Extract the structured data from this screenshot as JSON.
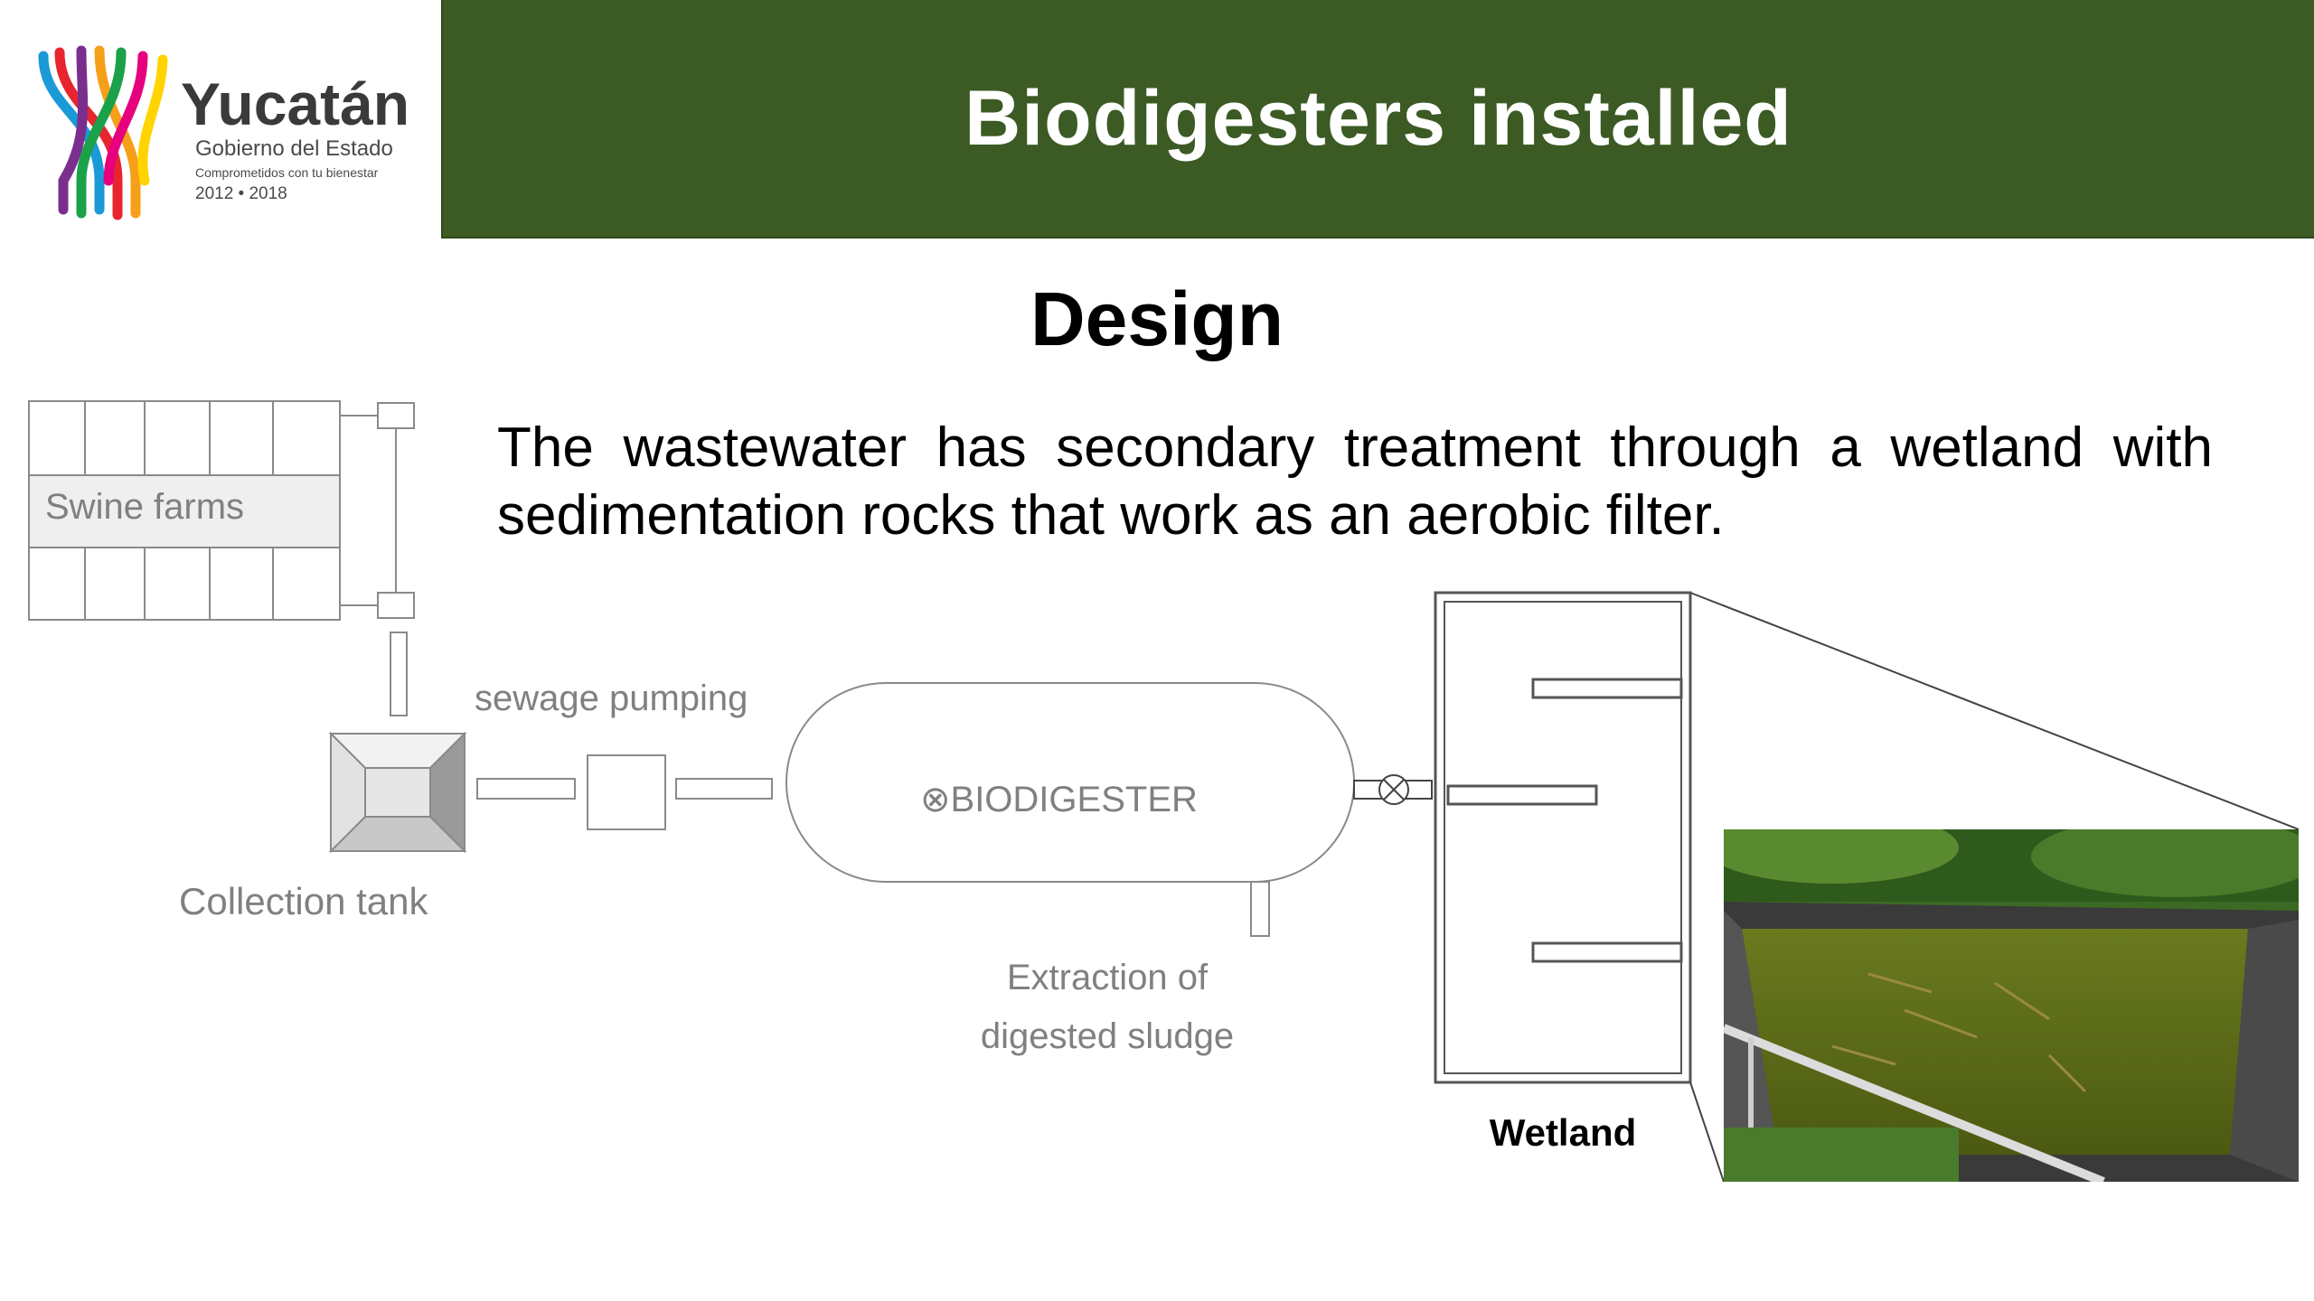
{
  "logo": {
    "name": "Yucatán",
    "line1": "Gobierno del Estado",
    "line2": "Comprometidos con tu bienestar",
    "years": "2012 • 2018"
  },
  "header": {
    "title": "Biodigesters installed"
  },
  "section_title": "Design",
  "description": "The wastewater has secondary treatment through a wetland with sedimentation rocks that work as an aerobic filter.",
  "diagram": {
    "swine_farms": "Swine farms",
    "sewage_pumping": "sewage pumping",
    "collection_tank": "Collection tank",
    "biodigester": "⊗BIODIGESTER",
    "extraction_line1": "Extraction of",
    "extraction_line2": "digested sludge",
    "wetland": "Wetland"
  },
  "colors": {
    "header_bg": "#3c5a23",
    "diagram_gray": "#8a8a8a"
  }
}
